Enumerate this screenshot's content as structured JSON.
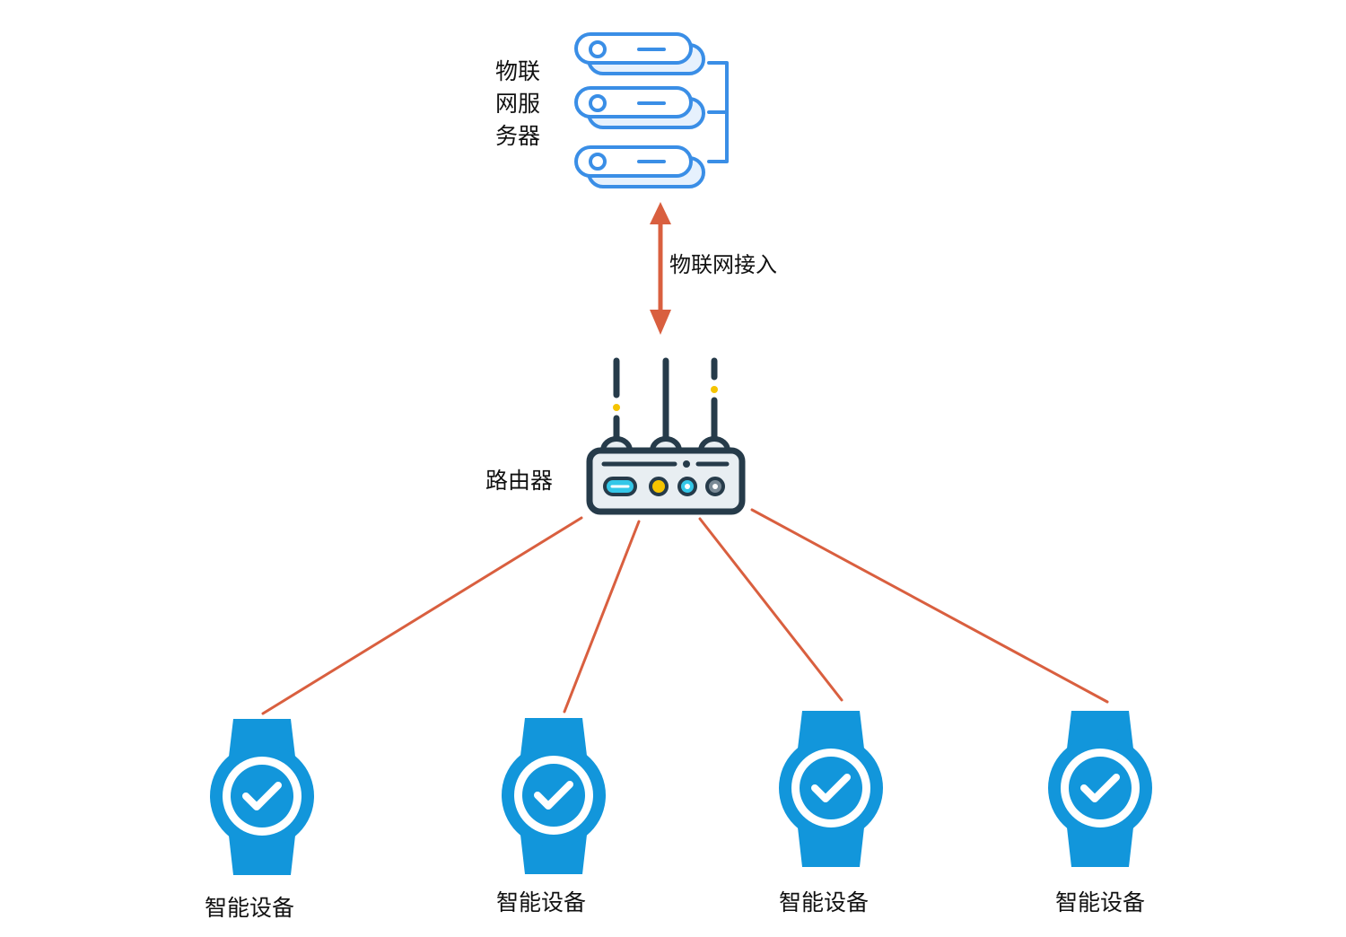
{
  "server": {
    "label_lines": [
      "物联",
      "网服",
      "务器"
    ],
    "icon": "server-stack-icon",
    "color": "#3a8ee6"
  },
  "link": {
    "label": "物联网接入",
    "arrow_color": "#d95f3f"
  },
  "router": {
    "label": "路由器",
    "icon": "wifi-router-icon",
    "body_color": "#263b4a"
  },
  "devices": [
    {
      "label": "智能设备",
      "icon": "smart-watch-check-icon"
    },
    {
      "label": "智能设备",
      "icon": "smart-watch-check-icon"
    },
    {
      "label": "智能设备",
      "icon": "smart-watch-check-icon"
    },
    {
      "label": "智能设备",
      "icon": "smart-watch-check-icon"
    }
  ],
  "colors": {
    "watch": "#1296db",
    "connector": "#d95f3f",
    "led_yellow": "#f5c400",
    "led_cyan": "#34c7e8"
  }
}
